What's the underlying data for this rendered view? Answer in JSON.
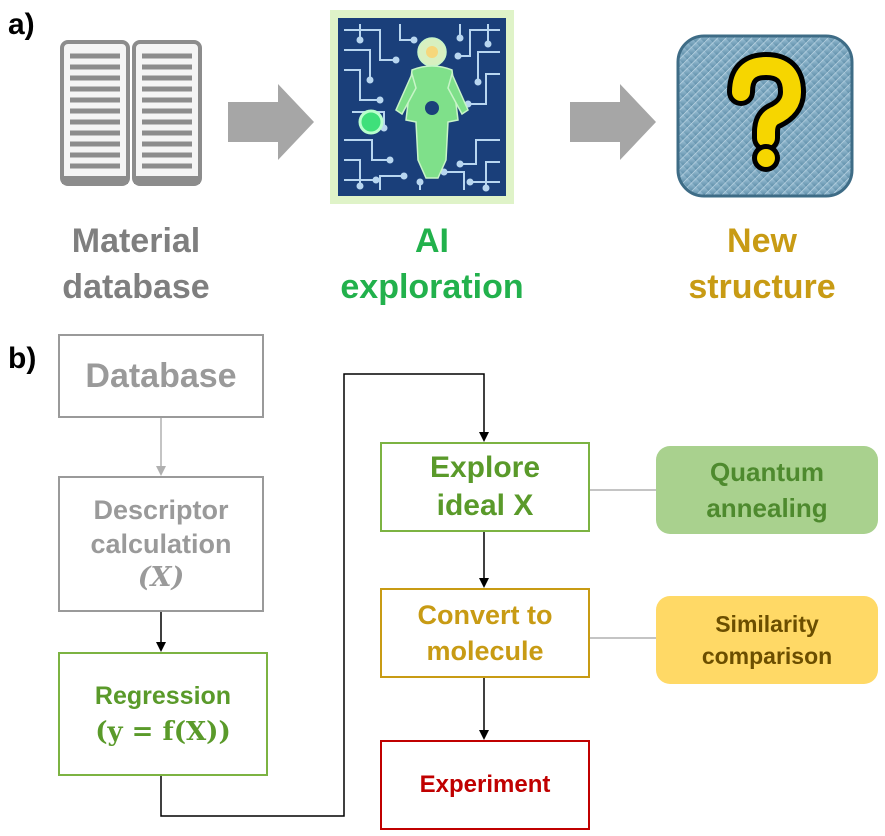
{
  "panel_a": {
    "label": "a)",
    "steps": [
      {
        "line1": "Material",
        "line2": "database",
        "color": "#7f7f7f",
        "icon": "server-icon"
      },
      {
        "line1": "AI",
        "line2": "exploration",
        "color": "#22b14c",
        "icon": "ai-circuit-icon"
      },
      {
        "line1": "New",
        "line2": "structure",
        "color": "#c89b14",
        "icon": "question-mark-icon"
      }
    ]
  },
  "panel_b": {
    "label": "b)",
    "database": "Database",
    "descriptor": {
      "line1": "Descriptor",
      "line2": "calculation",
      "line3": "(X)"
    },
    "regression": {
      "line1": "Regression",
      "line2": "(y = f(X))"
    },
    "explore": {
      "line1": "Explore",
      "line2": "ideal X"
    },
    "convert": {
      "line1": "Convert to",
      "line2": "molecule"
    },
    "experiment": "Experiment",
    "quantum": {
      "line1": "Quantum",
      "line2": "annealing"
    },
    "similarity": {
      "line1": "Similarity",
      "line2": "comparison"
    }
  },
  "colors": {
    "gray": "#9a9a9a",
    "green": "#5a9a2a",
    "gold": "#c89b14",
    "red": "#c00000",
    "quantum_fill": "#a9d18e",
    "similarity_fill": "#ffd966"
  }
}
